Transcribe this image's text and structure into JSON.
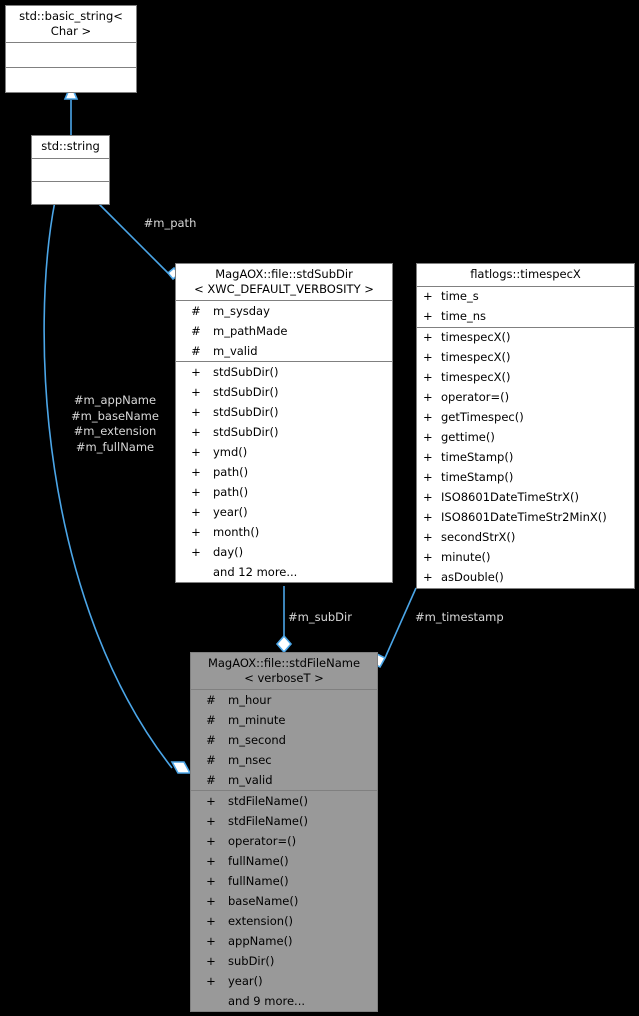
{
  "diagram": {
    "title": "MagAOX::file::stdFileName collaboration diagram",
    "background_color": "#000000",
    "edge_color": "#4ba6e8",
    "node_border_color": "#808080",
    "node_fill_color": "#ffffff",
    "highlight_fill_color": "#999999",
    "label_color": "#d9d9d9"
  },
  "nodes": {
    "basic_string": {
      "name": "std::basic_string< Char >",
      "title_lines": "std::basic_string<\nChar >",
      "attributes": [],
      "methods": []
    },
    "string": {
      "name": "std::string",
      "title_lines": "std::string",
      "attributes": [],
      "methods": []
    },
    "stdsubdir": {
      "name": "MagAOX::file::stdSubDir< XWC_DEFAULT_VERBOSITY >",
      "title_lines": "MagAOX::file::stdSubDir\n< XWC_DEFAULT_VERBOSITY >",
      "attributes": [
        {
          "visibility": "#",
          "member": "m_sysday"
        },
        {
          "visibility": "#",
          "member": "m_pathMade"
        },
        {
          "visibility": "#",
          "member": "m_valid"
        }
      ],
      "methods": [
        {
          "visibility": "+",
          "member": "stdSubDir()"
        },
        {
          "visibility": "+",
          "member": "stdSubDir()"
        },
        {
          "visibility": "+",
          "member": "stdSubDir()"
        },
        {
          "visibility": "+",
          "member": "stdSubDir()"
        },
        {
          "visibility": "+",
          "member": "ymd()"
        },
        {
          "visibility": "+",
          "member": "path()"
        },
        {
          "visibility": "+",
          "member": "path()"
        },
        {
          "visibility": "+",
          "member": "year()"
        },
        {
          "visibility": "+",
          "member": "month()"
        },
        {
          "visibility": "+",
          "member": "day()"
        },
        {
          "visibility": "",
          "member": "and 12 more..."
        }
      ]
    },
    "timespecx": {
      "name": "flatlogs::timespecX",
      "title_lines": "flatlogs::timespecX",
      "attributes": [
        {
          "visibility": "+",
          "member": "time_s"
        },
        {
          "visibility": "+",
          "member": "time_ns"
        }
      ],
      "methods": [
        {
          "visibility": "+",
          "member": "timespecX()"
        },
        {
          "visibility": "+",
          "member": "timespecX()"
        },
        {
          "visibility": "+",
          "member": "timespecX()"
        },
        {
          "visibility": "+",
          "member": "operator=()"
        },
        {
          "visibility": "+",
          "member": "getTimespec()"
        },
        {
          "visibility": "+",
          "member": "gettime()"
        },
        {
          "visibility": "+",
          "member": "timeStamp()"
        },
        {
          "visibility": "+",
          "member": "timeStamp()"
        },
        {
          "visibility": "+",
          "member": "ISO8601DateTimeStrX()"
        },
        {
          "visibility": "+",
          "member": "ISO8601DateTimeStr2MinX()"
        },
        {
          "visibility": "+",
          "member": "secondStrX()"
        },
        {
          "visibility": "+",
          "member": "minute()"
        },
        {
          "visibility": "+",
          "member": "asDouble()"
        }
      ]
    },
    "stdfilename": {
      "name": "MagAOX::file::stdFileName< verboseT >",
      "title_lines": "MagAOX::file::stdFileName\n< verboseT >",
      "attributes": [
        {
          "visibility": "#",
          "member": "m_hour"
        },
        {
          "visibility": "#",
          "member": "m_minute"
        },
        {
          "visibility": "#",
          "member": "m_second"
        },
        {
          "visibility": "#",
          "member": "m_nsec"
        },
        {
          "visibility": "#",
          "member": "m_valid"
        }
      ],
      "methods": [
        {
          "visibility": "+",
          "member": "stdFileName()"
        },
        {
          "visibility": "+",
          "member": "stdFileName()"
        },
        {
          "visibility": "+",
          "member": "operator=()"
        },
        {
          "visibility": "+",
          "member": "fullName()"
        },
        {
          "visibility": "+",
          "member": "fullName()"
        },
        {
          "visibility": "+",
          "member": "baseName()"
        },
        {
          "visibility": "+",
          "member": "extension()"
        },
        {
          "visibility": "+",
          "member": "appName()"
        },
        {
          "visibility": "+",
          "member": "subDir()"
        },
        {
          "visibility": "+",
          "member": "year()"
        },
        {
          "visibility": "",
          "member": "and 9 more..."
        }
      ]
    }
  },
  "edge_labels": {
    "m_path": "#m_path",
    "string_to_filename": "#m_appName\n#m_baseName\n#m_extension\n#m_fullName",
    "m_subDir": "#m_subDir",
    "m_timestamp": "#m_timestamp"
  }
}
